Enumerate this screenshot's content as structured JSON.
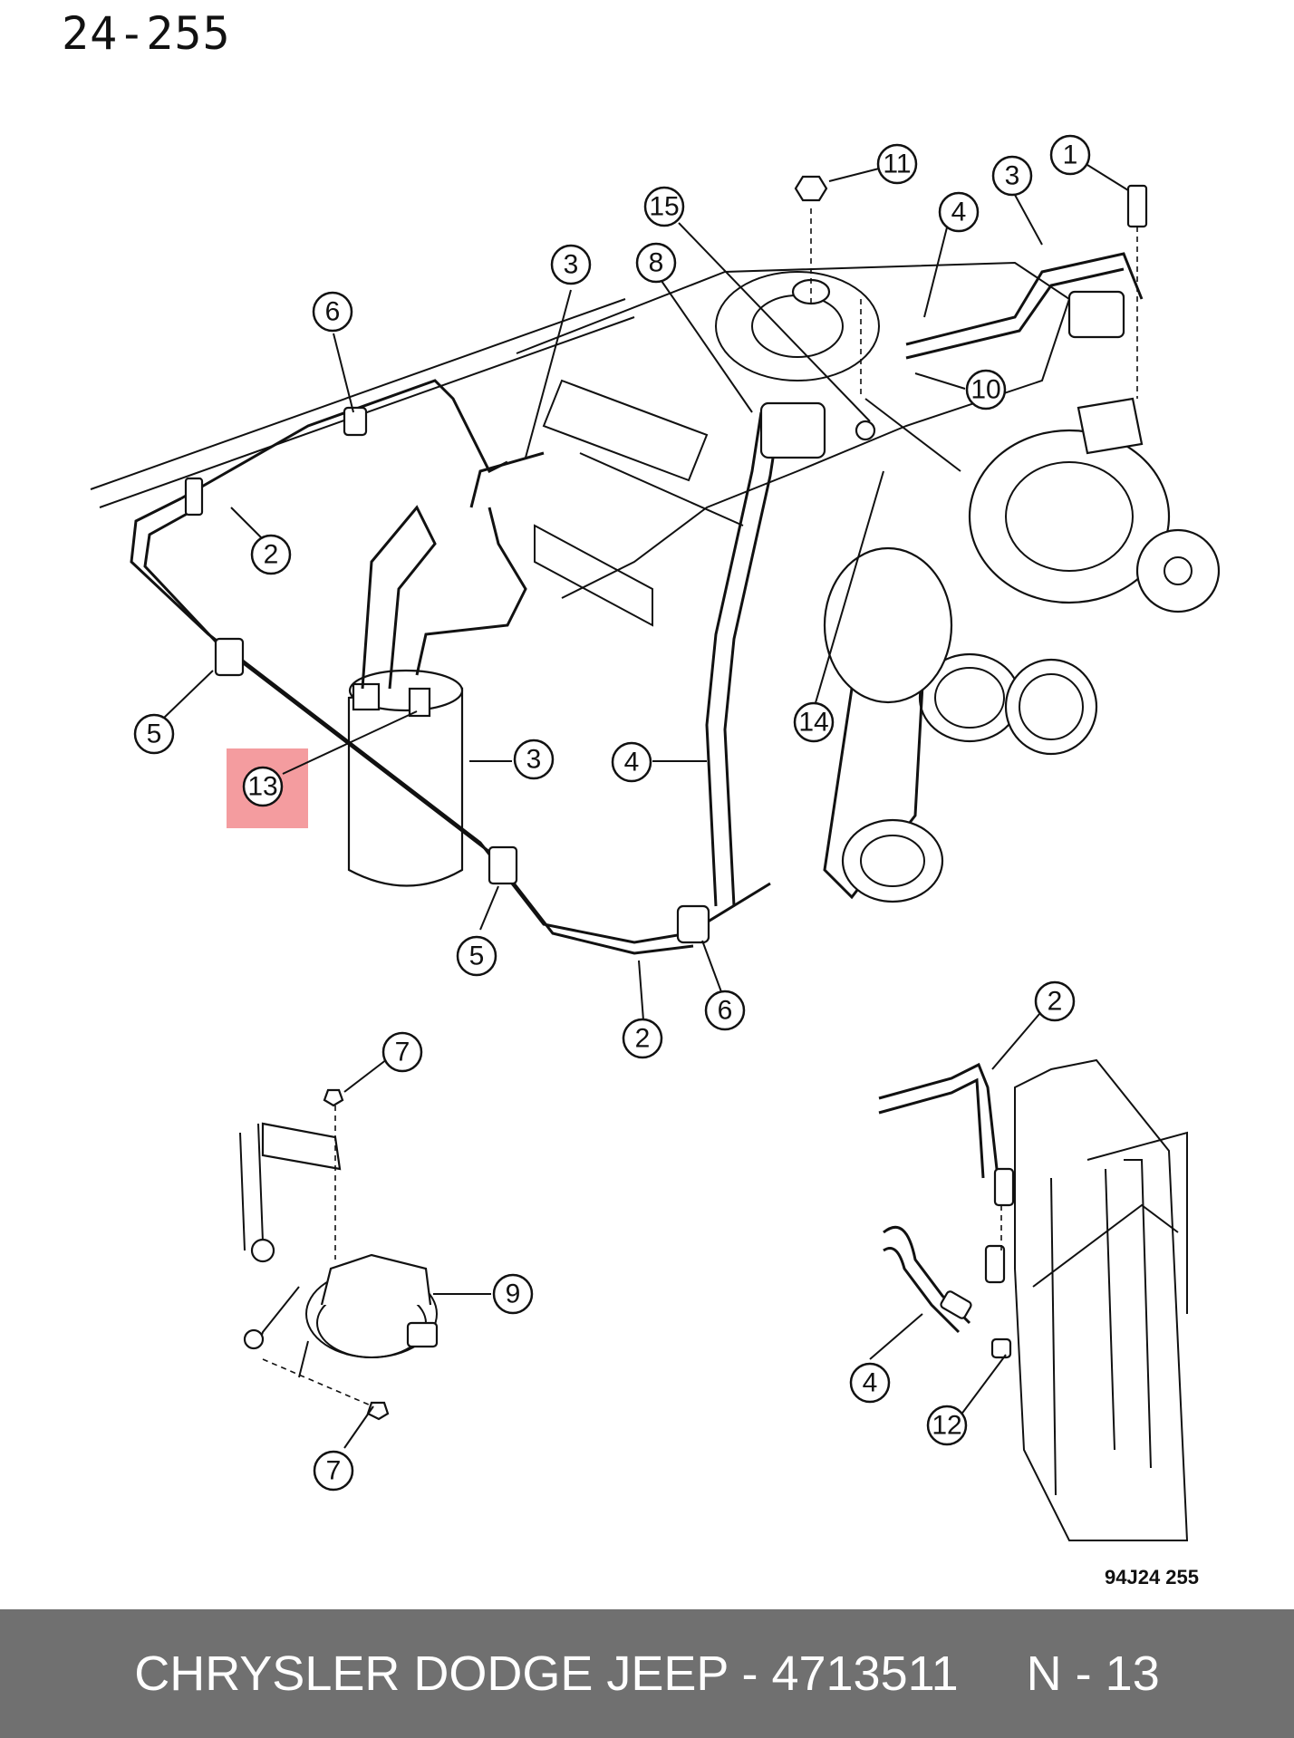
{
  "page_code": "24-255",
  "figure_code": "94J24 255",
  "callouts": {
    "c1": "1",
    "c2a": "2",
    "c2b": "2",
    "c2c": "2",
    "c3a": "3",
    "c3b": "3",
    "c3c": "3",
    "c4a": "4",
    "c4b": "4",
    "c4c": "4",
    "c5a": "5",
    "c5b": "5",
    "c6a": "6",
    "c6b": "6",
    "c7a": "7",
    "c7b": "7",
    "c8": "8",
    "c9": "9",
    "c10": "10",
    "c11": "11",
    "c12": "12",
    "c13": "13",
    "c14": "14",
    "c15": "15"
  },
  "highlighted_callout": "13",
  "highlight_color": "#f28b8e",
  "footer": {
    "text": "CHRYSLER DODGE JEEP - 4713511     N - 13",
    "background": "#707070"
  }
}
